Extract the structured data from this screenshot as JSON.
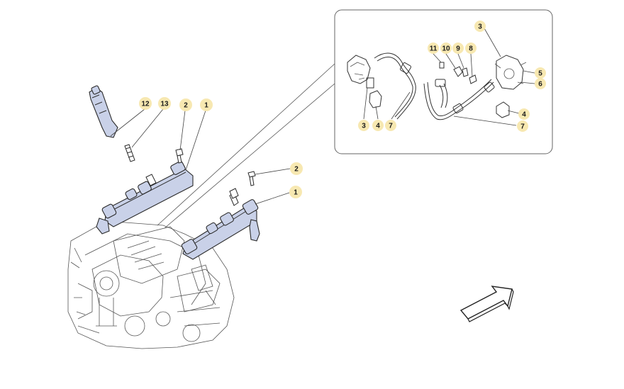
{
  "callouts": {
    "main": [
      {
        "id": "c12",
        "label": "12"
      },
      {
        "id": "c13",
        "label": "13"
      },
      {
        "id": "c2a",
        "label": "2"
      },
      {
        "id": "c1a",
        "label": "1"
      },
      {
        "id": "c2b",
        "label": "2"
      },
      {
        "id": "c1b",
        "label": "1"
      }
    ],
    "detail": [
      {
        "id": "d3top",
        "label": "3"
      },
      {
        "id": "d11",
        "label": "11"
      },
      {
        "id": "d10",
        "label": "10"
      },
      {
        "id": "d9",
        "label": "9"
      },
      {
        "id": "d8",
        "label": "8"
      },
      {
        "id": "d5",
        "label": "5"
      },
      {
        "id": "d6",
        "label": "6"
      },
      {
        "id": "d4r",
        "label": "4"
      },
      {
        "id": "d7r",
        "label": "7"
      },
      {
        "id": "d3b",
        "label": "3"
      },
      {
        "id": "d4b",
        "label": "4"
      },
      {
        "id": "d7b",
        "label": "7"
      }
    ]
  },
  "colors": {
    "part_fill": "#c9d1e8",
    "callout_circle": "#f6e6a8",
    "line": "#2a2a2a"
  },
  "icons": {
    "direction_arrow": "front-direction-arrow-icon"
  }
}
